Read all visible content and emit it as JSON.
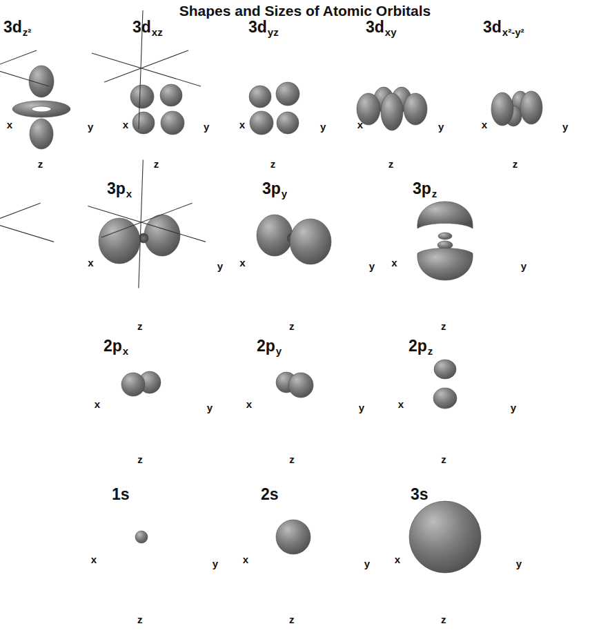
{
  "diagram": {
    "title": "Shapes and Sizes of Atomic Orbitals",
    "labels": [
      "3d",
      "z²",
      "x",
      "y",
      "z",
      "3d",
      "xz",
      "x",
      "y",
      "z",
      "3d",
      "yz",
      "x",
      "y",
      "z",
      "3d",
      "xy",
      "x",
      "y",
      "z",
      "3d",
      "x²-y²",
      "x",
      "y",
      "z",
      "3p",
      "x",
      "x",
      "y",
      "z",
      "3p",
      "y",
      "x",
      "y",
      "z",
      "3p",
      "z",
      "x",
      "y",
      "z",
      "2p",
      "x",
      "x",
      "y",
      "z",
      "2p",
      "y",
      "x",
      "y",
      "z",
      "2p",
      "z",
      "x",
      "y",
      "z",
      "1s",
      "x",
      "y",
      "z",
      "2s",
      "x",
      "y",
      "z",
      "3s",
      "x",
      "y",
      "z"
    ]
  }
}
